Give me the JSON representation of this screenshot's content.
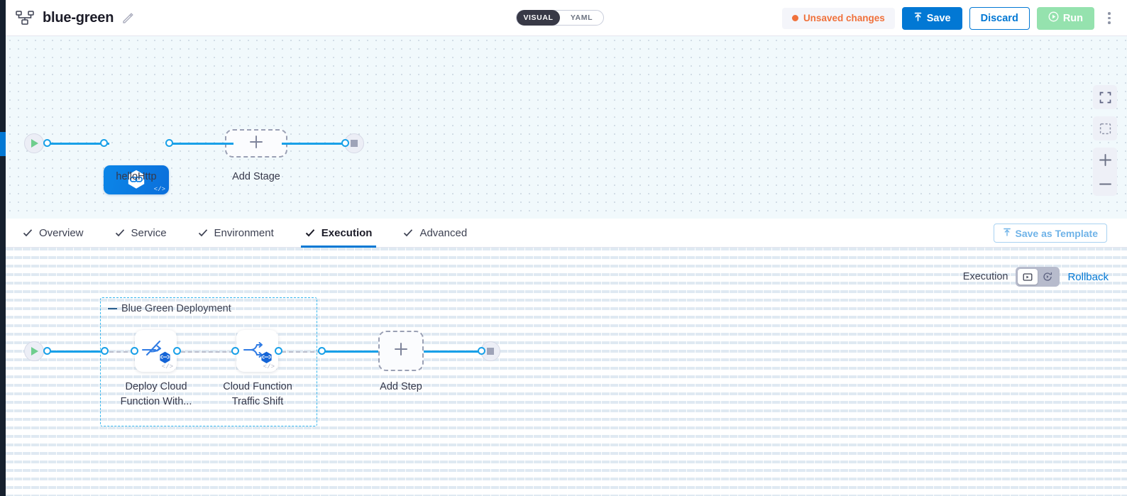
{
  "header": {
    "logo_icon": "pipeline-nodes-icon",
    "title": "blue-green",
    "edit_icon": "pencil-icon",
    "view_toggle": {
      "options": [
        "VISUAL",
        "YAML"
      ],
      "selected": "VISUAL"
    },
    "unsaved": {
      "label": "Unsaved changes",
      "dot_color": "#f0713b"
    },
    "save": {
      "label": "Save",
      "icon": "upload-arrow-icon",
      "color": "#0278d4"
    },
    "discard": {
      "label": "Discard",
      "color": "#0278d4"
    },
    "run": {
      "label": "Run",
      "icon": "play-circle-icon",
      "color": "#95e2ae"
    },
    "menu_icon": "kebab-menu-icon"
  },
  "top_canvas": {
    "background": "#f1f9fc",
    "start_node": {
      "icon": "play-icon"
    },
    "end_node": {
      "icon": "stop-icon"
    },
    "stage": {
      "label": "helloHttp",
      "icon": "harness-hexagon-icon",
      "code_tag": "</>",
      "color": "#0b7ce2"
    },
    "add_stage": {
      "label": "Add Stage",
      "icon": "plus-icon"
    },
    "tools": [
      {
        "name": "fullscreen-icon",
        "label": "Fullscreen"
      },
      {
        "name": "fit-view-icon",
        "label": "Fit to view"
      },
      {
        "name": "zoom-in-icon",
        "label": "Zoom in"
      },
      {
        "name": "zoom-out-icon",
        "label": "Zoom out"
      }
    ]
  },
  "tabs": {
    "items": [
      {
        "label": "Overview",
        "checked": true,
        "active": false
      },
      {
        "label": "Service",
        "checked": true,
        "active": false
      },
      {
        "label": "Environment",
        "checked": true,
        "active": false
      },
      {
        "label": "Execution",
        "checked": true,
        "active": true
      },
      {
        "label": "Advanced",
        "checked": true,
        "active": false
      }
    ],
    "save_as_template": {
      "label": "Save as Template",
      "icon": "template-upload-icon"
    }
  },
  "execution": {
    "controls": {
      "label": "Execution",
      "toggle": [
        {
          "icon": "execution-steps-icon",
          "selected": true
        },
        {
          "icon": "rollback-steps-icon",
          "selected": false
        }
      ],
      "rollback_link": "Rollback"
    },
    "start_node": {
      "icon": "play-icon"
    },
    "end_node": {
      "icon": "stop-icon"
    },
    "group": {
      "title": "Blue Green Deployment",
      "collapse_icon": "collapse-dash-icon",
      "steps": [
        {
          "label": "Deploy Cloud\nFunction With...",
          "icon": "deploy-arrow-icon",
          "badge": "harness-hexagon-badge",
          "code_tag": "</>"
        },
        {
          "label": "Cloud Function\nTraffic Shift",
          "icon": "traffic-split-icon",
          "badge": "harness-hexagon-badge",
          "code_tag": "</>"
        }
      ]
    },
    "add_step": {
      "label": "Add Step",
      "icon": "plus-icon"
    }
  }
}
